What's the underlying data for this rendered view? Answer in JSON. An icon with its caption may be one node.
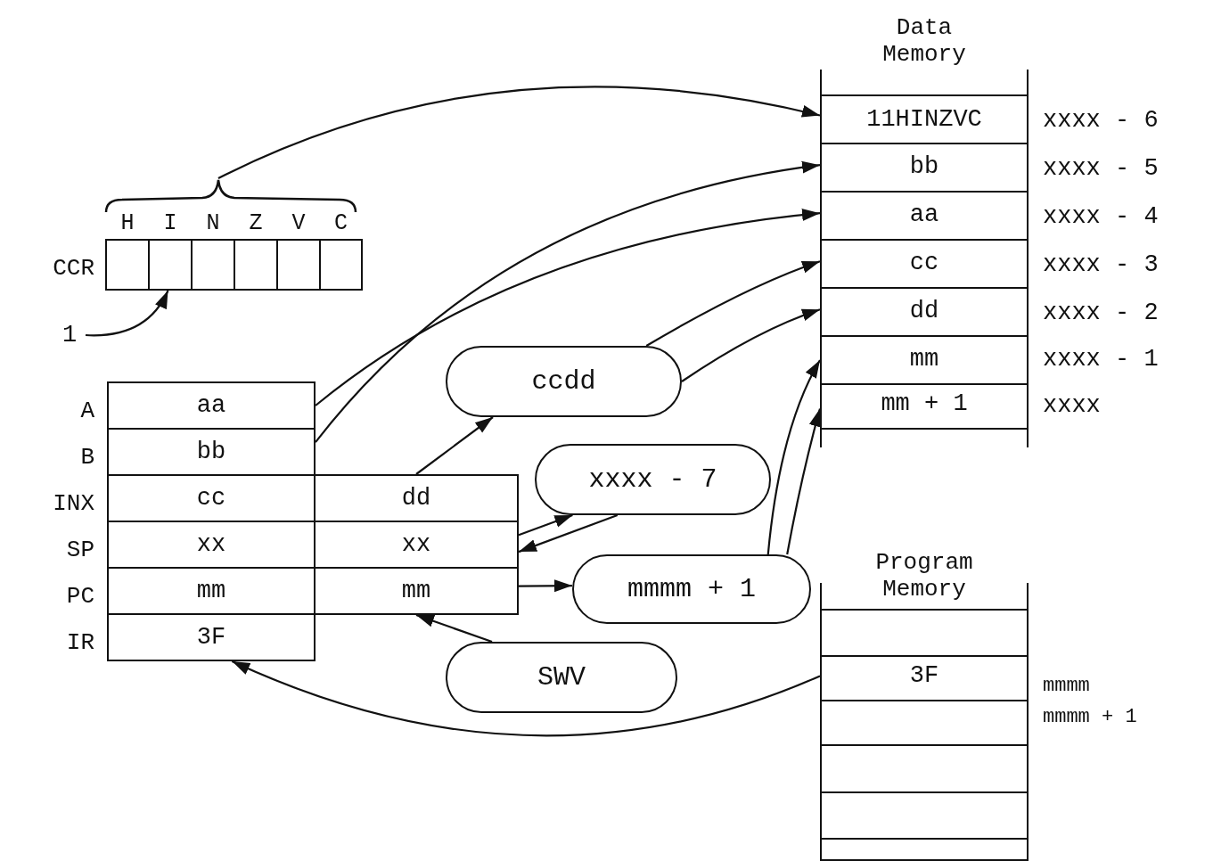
{
  "diagram": {
    "nodes": [
      {
        "text": [],
        "shape": "box",
        "beside": [
          "CCR"
        ]
      },
      {
        "text": [],
        "shape": "box",
        "in": 0,
        "beside": [
          "H"
        ]
      },
      {
        "text": [],
        "shape": "box",
        "in": 0,
        "beside": [
          "I"
        ]
      },
      {
        "text": [],
        "shape": "box",
        "in": 0,
        "beside": [
          "N"
        ]
      },
      {
        "text": [],
        "shape": "box",
        "in": 0,
        "beside": [
          "Z"
        ]
      },
      {
        "text": [],
        "shape": "box",
        "in": 0,
        "beside": [
          "V"
        ]
      },
      {
        "text": [],
        "shape": "box",
        "in": 0,
        "beside": [
          "C"
        ]
      },
      {
        "text": [
          "1"
        ]
      },
      {
        "text": [
          "aa"
        ],
        "beside": [
          "A"
        ]
      },
      {
        "text": [
          "bb"
        ],
        "beside": [
          "B"
        ]
      },
      {
        "text": [
          "cc"
        ],
        "beside": [
          "INX"
        ]
      },
      {
        "text": [
          "dd"
        ]
      },
      {
        "text": [
          "xx"
        ],
        "beside": [
          "SP"
        ]
      },
      {
        "text": [
          "xx"
        ]
      },
      {
        "text": [
          "mm"
        ],
        "beside": [
          "PC"
        ]
      },
      {
        "text": [
          "mm"
        ]
      },
      {
        "text": [
          "3F"
        ],
        "beside": [
          "IR"
        ]
      },
      {
        "text": [
          "ccdd"
        ]
      },
      {
        "text": [
          "xxxx - 7"
        ]
      },
      {
        "text": [
          "mmmm + 1"
        ]
      },
      {
        "text": [
          "SWV"
        ]
      },
      {
        "text": [
          "Data Memory"
        ]
      },
      {
        "text": [
          "11HINZVC"
        ],
        "in": 21,
        "beside": [
          "xxxx - 6"
        ]
      },
      {
        "text": [
          "bb"
        ],
        "in": 21,
        "beside": [
          "xxxx - 5"
        ]
      },
      {
        "text": [
          "aa"
        ],
        "in": 21,
        "beside": [
          "xxxx - 4"
        ]
      },
      {
        "text": [
          "cc"
        ],
        "in": 21,
        "beside": [
          "xxxx - 3"
        ]
      },
      {
        "text": [
          "dd"
        ],
        "in": 21,
        "beside": [
          "xxxx - 2"
        ]
      },
      {
        "text": [
          "mm"
        ],
        "in": 21,
        "beside": [
          "xxxx - 1"
        ]
      },
      {
        "text": [
          "mm + 1"
        ],
        "in": 21,
        "beside": [
          "xxxx"
        ]
      },
      {
        "text": [
          "Program Memory"
        ]
      },
      {
        "text": [],
        "shape": "box",
        "in": 29
      },
      {
        "text": [
          "3F"
        ],
        "in": 29,
        "beside": [
          "mmmm"
        ]
      },
      {
        "text": [],
        "shape": "box",
        "in": 29,
        "beside": [
          "mmmm + 1"
        ]
      },
      {
        "text": [],
        "shape": "box",
        "in": 29
      },
      {
        "text": [],
        "shape": "box",
        "in": 29
      },
      {
        "text": [],
        "shape": "box",
        "in": 29
      }
    ],
    "edges": [
      {
        "from": 0,
        "to": 22,
        "arrow": "to"
      },
      {
        "from": 7,
        "to": 2,
        "arrow": "to"
      },
      {
        "from": 8,
        "to": 24,
        "arrow": "to"
      },
      {
        "from": 9,
        "to": 23,
        "arrow": "to"
      },
      {
        "from": 11,
        "to": 17,
        "arrow": "to"
      },
      {
        "from": 17,
        "to": 25,
        "arrow": "to"
      },
      {
        "from": 17,
        "to": 26,
        "arrow": "to"
      },
      {
        "from": 13,
        "to": 18,
        "arrow": "to"
      },
      {
        "from": 18,
        "to": 13,
        "arrow": "to"
      },
      {
        "from": 15,
        "to": 19,
        "arrow": "to"
      },
      {
        "from": 19,
        "to": 27,
        "arrow": "to"
      },
      {
        "from": 19,
        "to": 28,
        "arrow": "to"
      },
      {
        "from": 20,
        "to": 15,
        "arrow": "to"
      },
      {
        "from": 31,
        "to": 16,
        "arrow": "to"
      }
    ]
  }
}
